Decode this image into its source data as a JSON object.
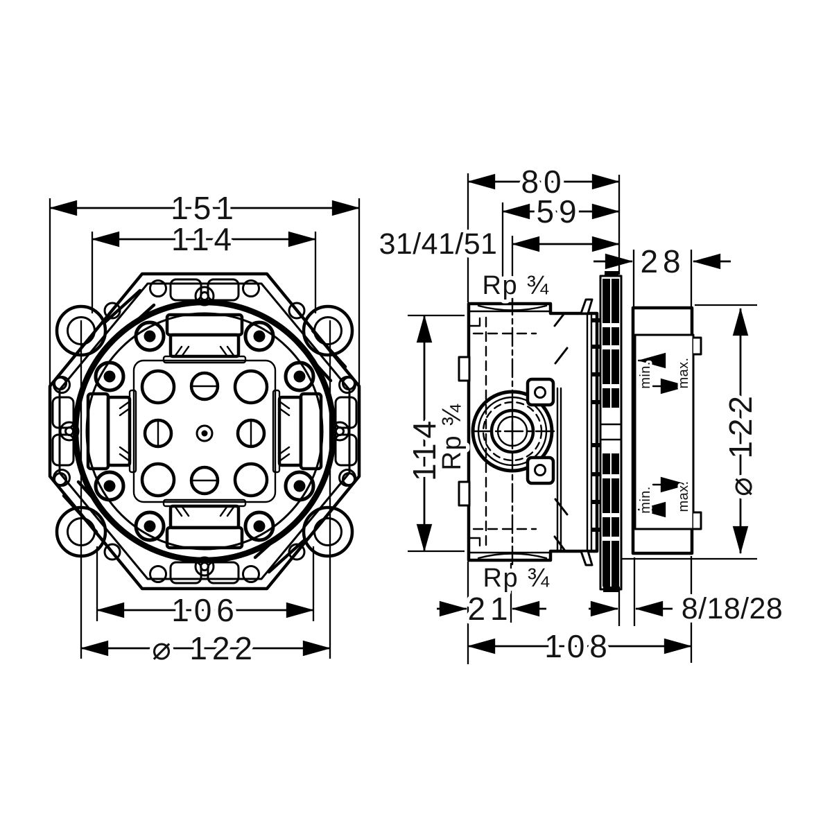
{
  "colors": {
    "ink": "#000000",
    "paper": "#ffffff"
  },
  "front_view": {
    "dim_overall_width": "151",
    "dim_hole_spacing": "114",
    "dim_base_width": "106",
    "dim_diameter": "⌀ 122"
  },
  "side_view": {
    "dim_total_depth": "80",
    "dim_body_depth": "59",
    "dim_installation_depth": "31/41/51",
    "dim_box_depth": "28",
    "dim_body_height": "114",
    "dim_flange_diameter": "⌀ 122",
    "dim_bottom_offset": "21",
    "dim_protrusion_range": "8/18/28",
    "dim_total_length": "108",
    "thread_top": "Rp ¾",
    "thread_side": "Rp ¾",
    "thread_bottom": "Rp ¾",
    "depth_marker_min": "min.",
    "depth_marker_max": "max."
  }
}
